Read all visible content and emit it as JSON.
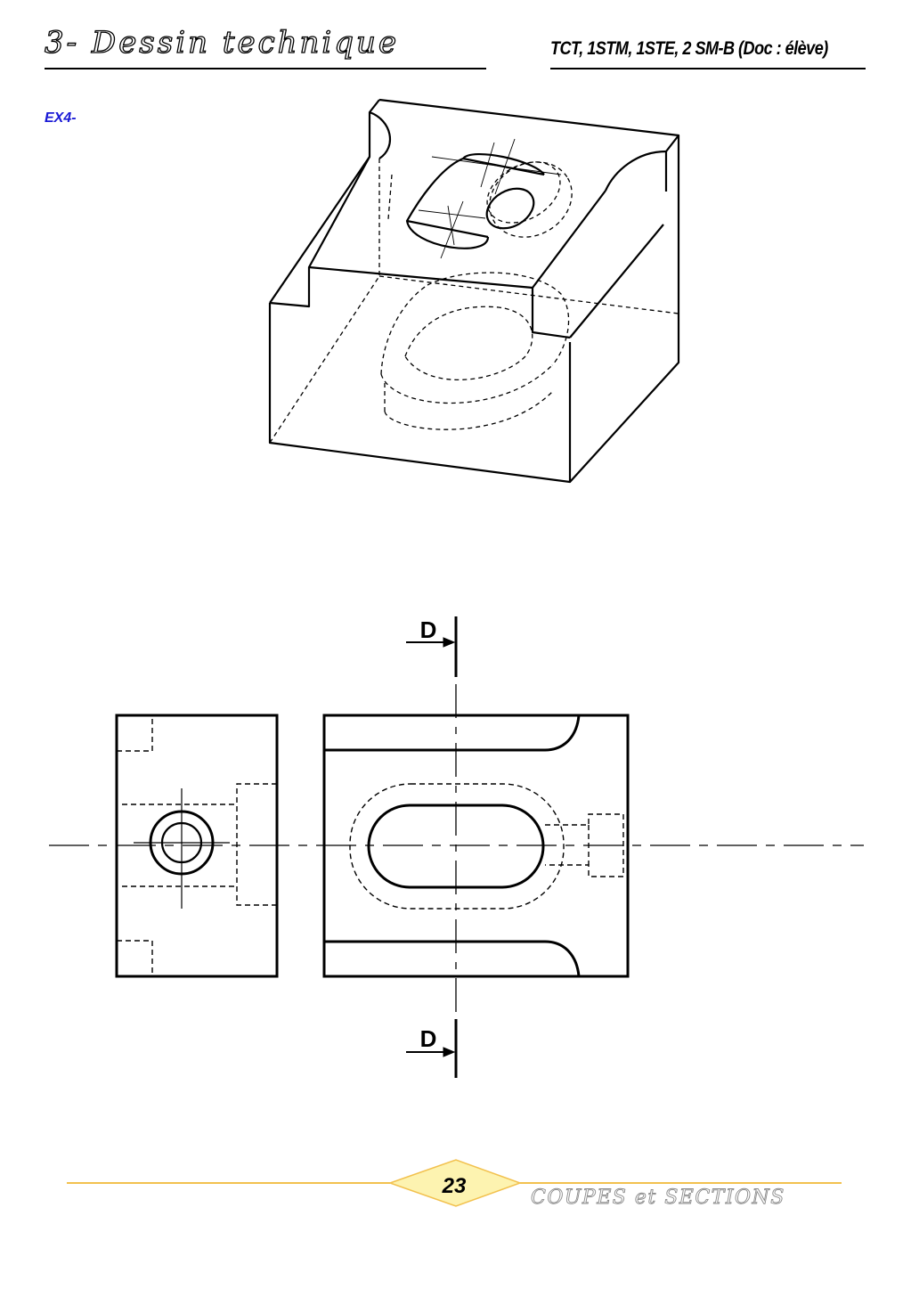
{
  "header": {
    "title": "3- Dessin technique",
    "classes": "TCT, 1STM, 1STE,  2 SM-B (Doc : élève)"
  },
  "exercise": {
    "label": "EX4-"
  },
  "section_marker": {
    "top_letter": "D",
    "bottom_letter": "D"
  },
  "footer": {
    "page_number": "23",
    "chapter": "COUPES et SECTIONS",
    "accent_color": "#f2c14e",
    "diamond_color": "#fdf3b0"
  }
}
